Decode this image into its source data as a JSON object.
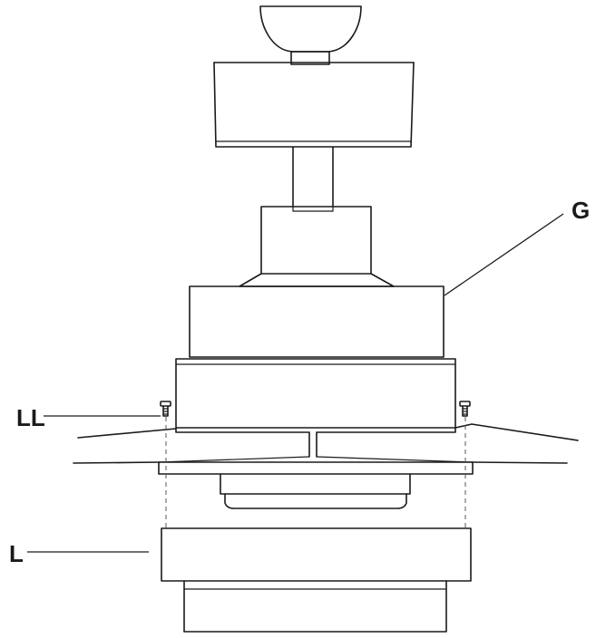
{
  "callouts": {
    "g": "G",
    "ll": "LL",
    "l": "L"
  },
  "colors": {
    "stroke": "#1a1a1a",
    "background": "#ffffff"
  }
}
